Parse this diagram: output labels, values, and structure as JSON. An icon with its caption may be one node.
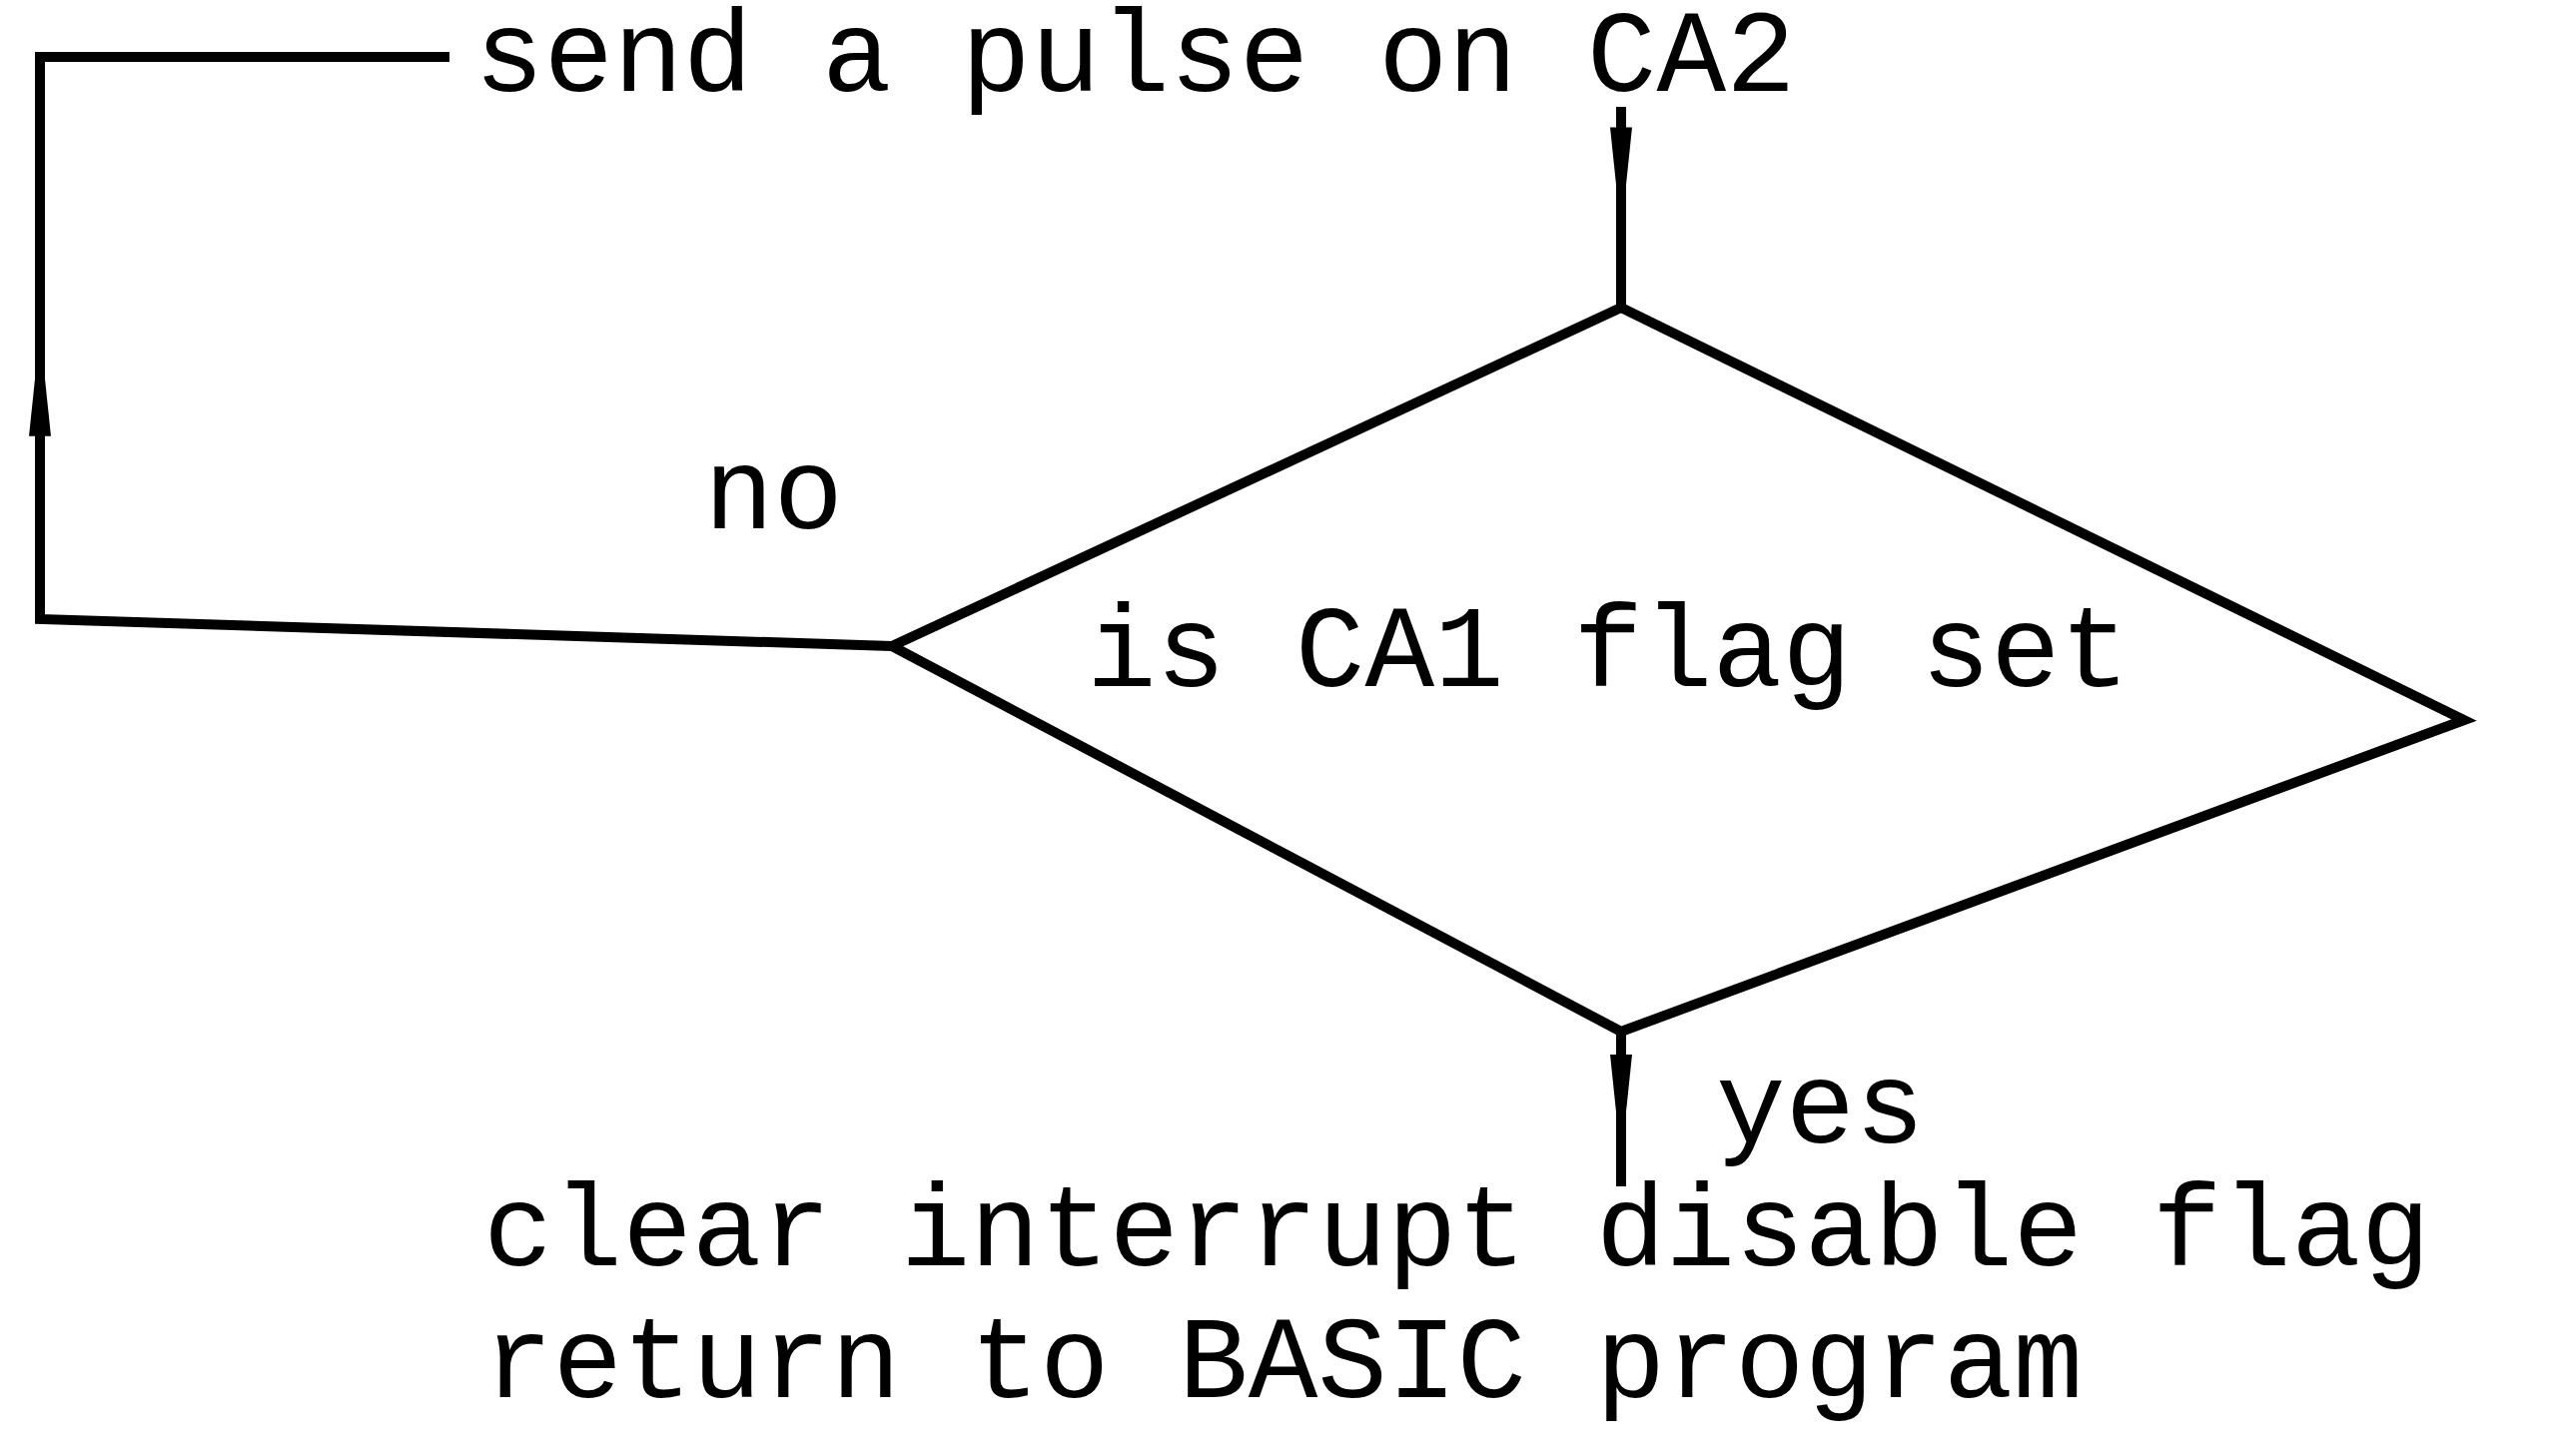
{
  "diagram": {
    "nodes": [
      {
        "text": [
          "send a pulse on CA2"
        ]
      },
      {
        "text": [
          "is CA1 flag set"
        ]
      },
      {
        "text": [
          "clear interrupt disable flag",
          "return to BASIC program"
        ]
      }
    ],
    "edges": [
      {
        "from": 0,
        "to": 1,
        "arrow": "to"
      },
      {
        "from": 1,
        "to": 0,
        "arrow": "to",
        "label": "no"
      },
      {
        "from": 1,
        "to": 2,
        "arrow": "to",
        "label": "yes"
      }
    ]
  }
}
